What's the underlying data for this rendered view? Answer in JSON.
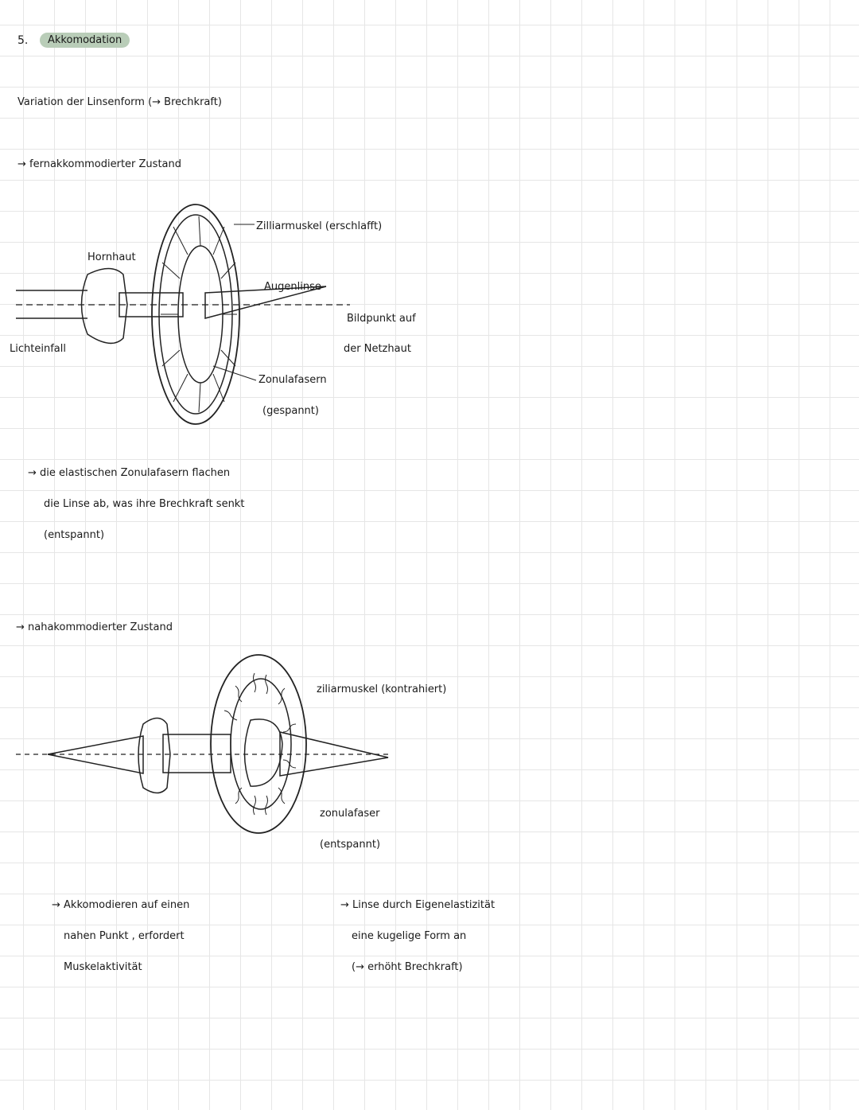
{
  "header": {
    "number": "5.",
    "title": "Akkomodation"
  },
  "intro": "Variation der Linsenform (→ Brechkraft)",
  "far": {
    "heading": "→ fernakkommodierter Zustand",
    "labels": {
      "muscle": "Zilliarmuskel (erschlafft)",
      "cornea": "Hornhaut",
      "lens": "Augenlinse",
      "image_point_1": "Bildpunkt auf",
      "image_point_2": "der Netzhaut",
      "light": "Lichteinfall",
      "zonula": "Zonulafasern",
      "zonula_state": "(gespannt)"
    },
    "note_lines": [
      "→ die elastischen Zonulafasern flachen",
      "die Linse ab, was ihre Brechkraft senkt",
      "(entspannt)"
    ]
  },
  "near": {
    "heading": "→ nahakommodierter Zustand",
    "labels": {
      "muscle": "ziliarmuskel (kontrahiert)",
      "zonula": "zonulafaser",
      "zonula_state": "(entspannt)"
    },
    "note_left": [
      "→ Akkomodieren auf einen",
      "nahen Punkt , erfordert",
      "Muskelaktivität"
    ],
    "note_right": [
      "→ Linse durch Eigenelastizität",
      "eine kugelige Form an",
      "(→ erhöht Brechkraft)"
    ]
  }
}
